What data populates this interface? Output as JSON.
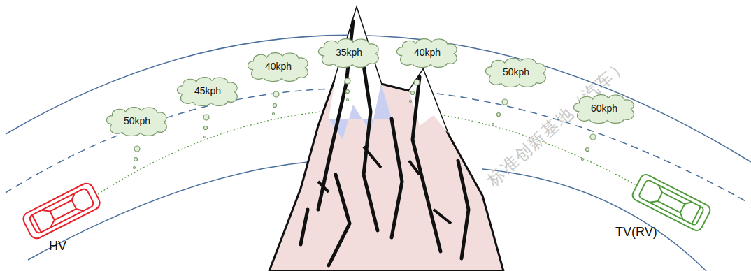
{
  "diagram": {
    "nodes": [
      {
        "text": [
          "50kph"
        ]
      },
      {
        "text": [
          "45kph"
        ]
      },
      {
        "text": [
          "40kph"
        ]
      },
      {
        "text": [
          "35kph"
        ]
      },
      {
        "text": [
          "40kph"
        ]
      },
      {
        "text": [
          "50kph"
        ]
      },
      {
        "text": [
          "60kph"
        ]
      }
    ],
    "labels": [
      "HV",
      "TV(RV)",
      "标准创新基地（汽车）"
    ]
  }
}
